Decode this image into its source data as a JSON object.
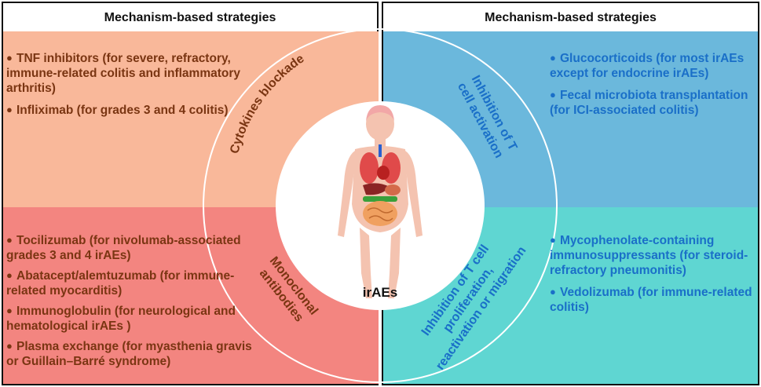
{
  "left_panel": {
    "header": "Mechanism-based strategies",
    "top_items": [
      "TNF inhibitors (for severe, refractory, immune-related colitis and inflammatory arthritis)",
      "Infliximab (for grades 3 and 4 colitis)"
    ],
    "top_arc_label": "Cytokines blockade",
    "bottom_items": [
      "Tocilizumab (for nivolumab-associated grades 3 and 4 irAEs)",
      "Abatacept/alemtuzumab (for immune-related myocarditis)",
      "Immunoglobulin (for neurological and hematological irAEs )",
      "Plasma exchange (for myasthenia gravis or Guillain–Barré syndrome)"
    ],
    "bottom_arc_label": [
      "Monoclonal",
      "antibodies"
    ]
  },
  "right_panel": {
    "header": "Mechanism-based strategies",
    "top_items": [
      "Glucocorticoids (for most irAEs except for endocrine irAEs)",
      "Fecal microbiota transplantation (for ICI-associated colitis)"
    ],
    "top_arc_label": [
      "Inhibition of T",
      "cell activation"
    ],
    "bottom_items": [
      "Mycophenolate-containing immunosuppressants (for steroid-refractory pneumonitis)",
      "Vedolizumab (for immune-related colitis)"
    ],
    "bottom_arc_label": [
      "Inhibition of T cell",
      "proliferation,",
      "reactivation or migration"
    ]
  },
  "center": {
    "label": "irAEs",
    "icon": "human-anatomy-icon"
  },
  "colors": {
    "top_left": "#f9b89a",
    "bottom_left": "#f38580",
    "top_right": "#6bb8dc",
    "bottom_right": "#5fd6d2",
    "left_text": "#7a3512",
    "right_text": "#1a6fc8"
  }
}
